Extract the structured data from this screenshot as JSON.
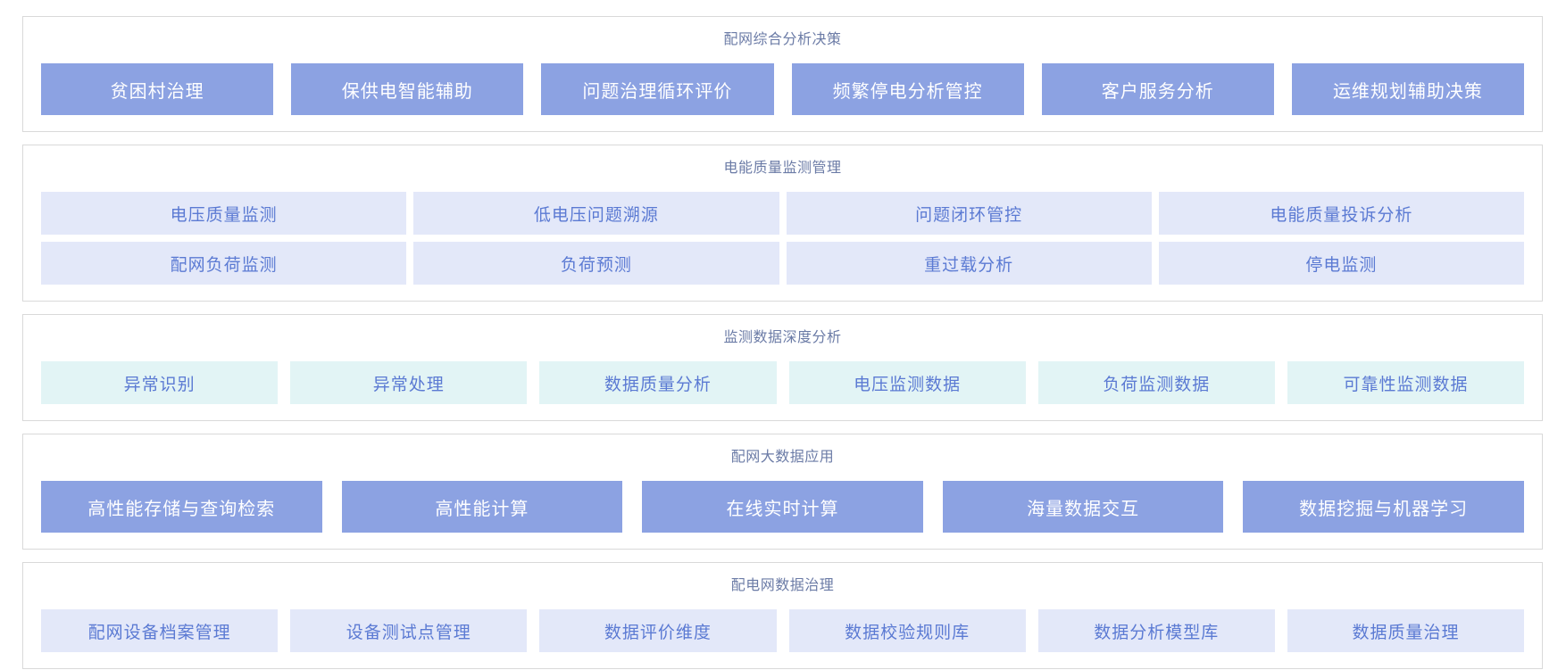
{
  "colors": {
    "dark-tile-bg": "#8ca2e2",
    "dark-tile-text": "#ffffff",
    "light-tile-bg": "#e3e8f9",
    "teal-tile-bg": "#e2f4f5",
    "tile-text": "#5b7ad3",
    "title-text": "#6b7ba6",
    "panel-border": "#d9d9d9",
    "page-bg": "#ffffff"
  },
  "sections": [
    {
      "id": "comprehensive-analysis-decision",
      "title": "配网综合分析决策",
      "style": "dark",
      "rows": [
        [
          {
            "name": "poverty-village-governance",
            "label": "贫困村治理"
          },
          {
            "name": "power-supply-intelligent-assist",
            "label": "保供电智能辅助"
          },
          {
            "name": "issue-governance-cycle-evaluation",
            "label": "问题治理循环评价"
          },
          {
            "name": "frequent-outage-analysis-control",
            "label": "频繁停电分析管控"
          },
          {
            "name": "customer-service-analysis",
            "label": "客户服务分析"
          },
          {
            "name": "om-planning-decision-support",
            "label": "运维规划辅助决策"
          }
        ]
      ]
    },
    {
      "id": "power-quality-monitoring-management",
      "title": "电能质量监测管理",
      "style": "light",
      "rows": [
        [
          {
            "name": "voltage-quality-monitoring",
            "label": "电压质量监测"
          },
          {
            "name": "low-voltage-issue-tracing",
            "label": "低电压问题溯源"
          },
          {
            "name": "issue-closed-loop-control",
            "label": "问题闭环管控"
          },
          {
            "name": "power-quality-complaint-analysis",
            "label": "电能质量投诉分析"
          }
        ],
        [
          {
            "name": "grid-load-monitoring",
            "label": "配网负荷监测"
          },
          {
            "name": "load-forecast",
            "label": "负荷预测"
          },
          {
            "name": "overload-analysis",
            "label": "重过载分析"
          },
          {
            "name": "outage-monitoring",
            "label": "停电监测"
          }
        ]
      ]
    },
    {
      "id": "monitoring-data-deep-analysis",
      "title": "监测数据深度分析",
      "style": "teal",
      "rows": [
        [
          {
            "name": "anomaly-identification",
            "label": "异常识别"
          },
          {
            "name": "anomaly-handling",
            "label": "异常处理"
          },
          {
            "name": "data-quality-analysis",
            "label": "数据质量分析"
          },
          {
            "name": "voltage-monitoring-data",
            "label": "电压监测数据"
          },
          {
            "name": "load-monitoring-data",
            "label": "负荷监测数据"
          },
          {
            "name": "reliability-monitoring-data",
            "label": "可靠性监测数据"
          }
        ]
      ]
    },
    {
      "id": "big-data-application",
      "title": "配网大数据应用",
      "style": "dark",
      "rows": [
        [
          {
            "name": "high-performance-storage-query",
            "label": "高性能存储与查询检索"
          },
          {
            "name": "high-performance-computing",
            "label": "高性能计算"
          },
          {
            "name": "online-realtime-computing",
            "label": "在线实时计算"
          },
          {
            "name": "massive-data-exchange",
            "label": "海量数据交互"
          },
          {
            "name": "data-mining-machine-learning",
            "label": "数据挖掘与机器学习"
          }
        ]
      ]
    },
    {
      "id": "distribution-data-governance",
      "title": "配电网数据治理",
      "style": "light",
      "rows": [
        [
          {
            "name": "grid-equipment-archive-management",
            "label": "配网设备档案管理"
          },
          {
            "name": "equipment-test-point-management",
            "label": "设备测试点管理"
          },
          {
            "name": "data-evaluation-dimensions",
            "label": "数据评价维度"
          },
          {
            "name": "data-validation-rule-library",
            "label": "数据校验规则库"
          },
          {
            "name": "data-analysis-model-library",
            "label": "数据分析模型库"
          },
          {
            "name": "data-quality-governance",
            "label": "数据质量治理"
          }
        ]
      ]
    }
  ]
}
